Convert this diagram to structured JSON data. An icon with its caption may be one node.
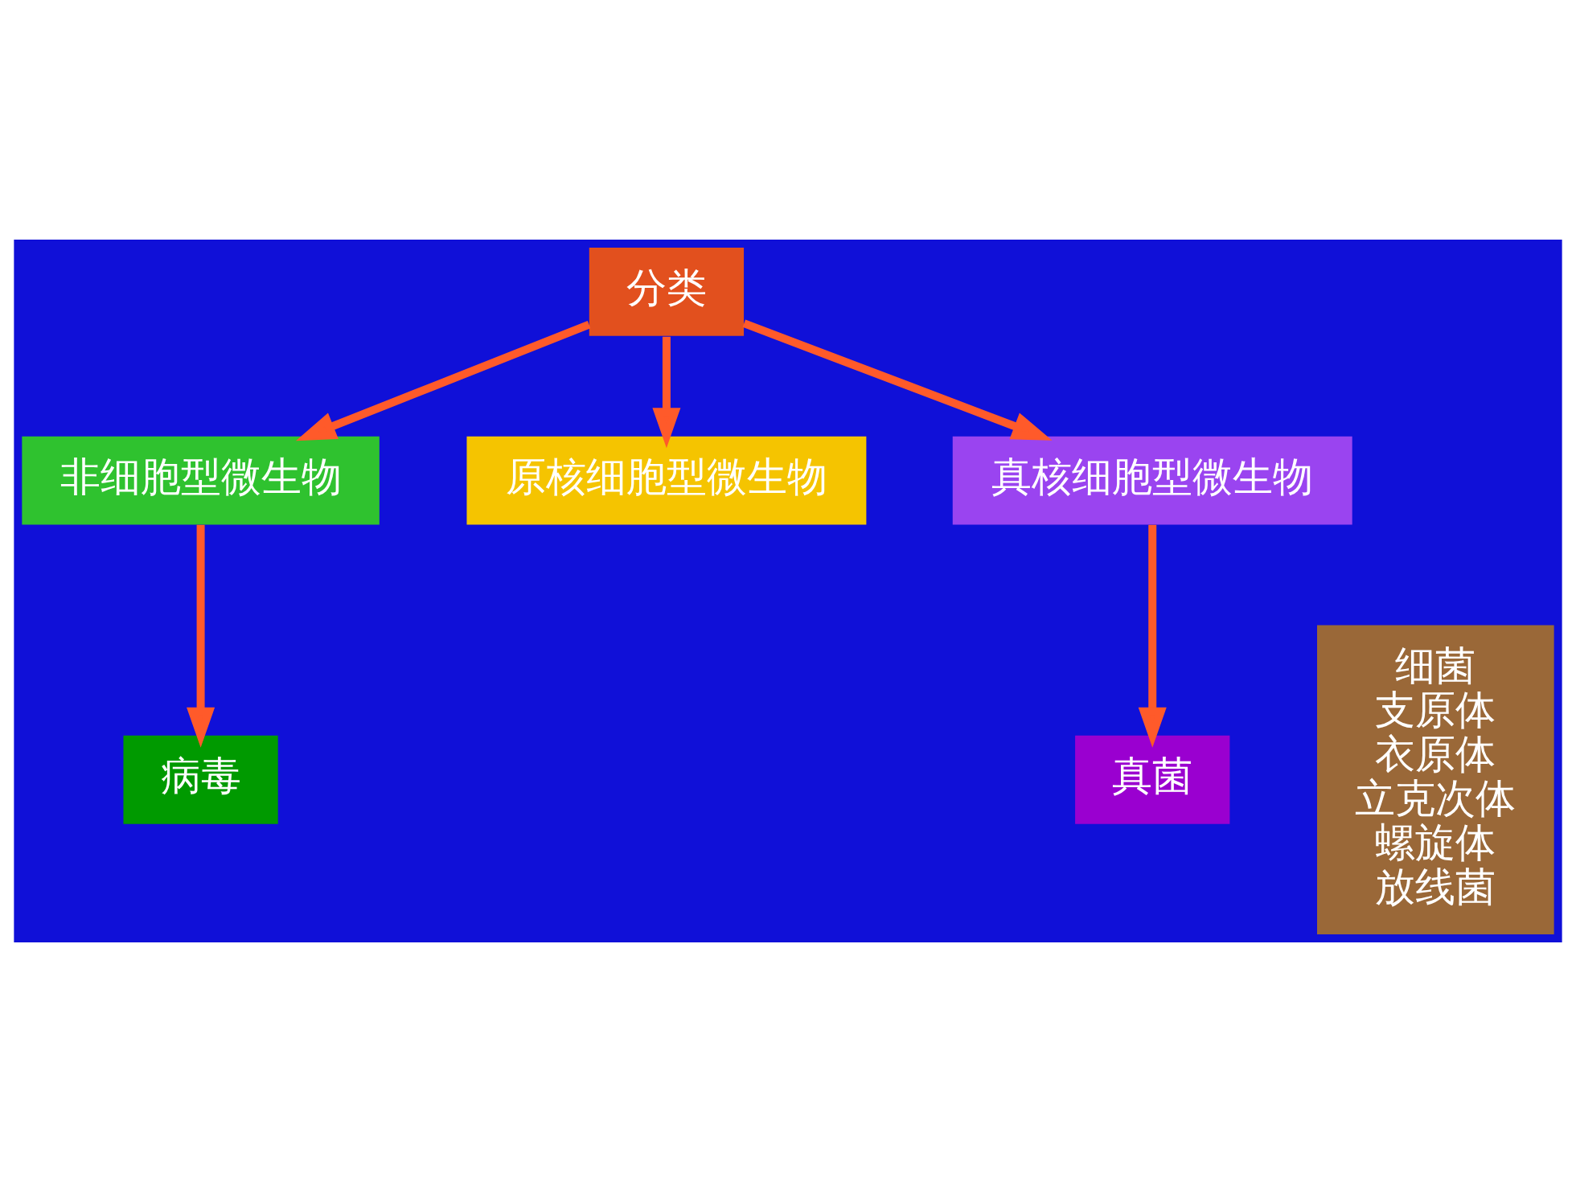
{
  "diagram": {
    "nodes": [
      {
        "text": [
          "分类"
        ]
      },
      {
        "text": [
          "非细胞型微生物"
        ]
      },
      {
        "text": [
          "原核细胞型微生物"
        ]
      },
      {
        "text": [
          "真核细胞型微生物"
        ]
      },
      {
        "text": [
          "病毒"
        ]
      },
      {
        "text": [
          "细菌",
          "支原体",
          "衣原体",
          "立克次体",
          "螺旋体",
          "放线菌"
        ]
      },
      {
        "text": [
          "真菌"
        ]
      }
    ],
    "edges": [
      {
        "from": 0,
        "to": 1,
        "arrow": "to"
      },
      {
        "from": 0,
        "to": 2,
        "arrow": "to"
      },
      {
        "from": 0,
        "to": 3,
        "arrow": "to"
      },
      {
        "from": 1,
        "to": 4,
        "arrow": "to"
      },
      {
        "from": 3,
        "to": 6,
        "arrow": "to"
      }
    ]
  }
}
